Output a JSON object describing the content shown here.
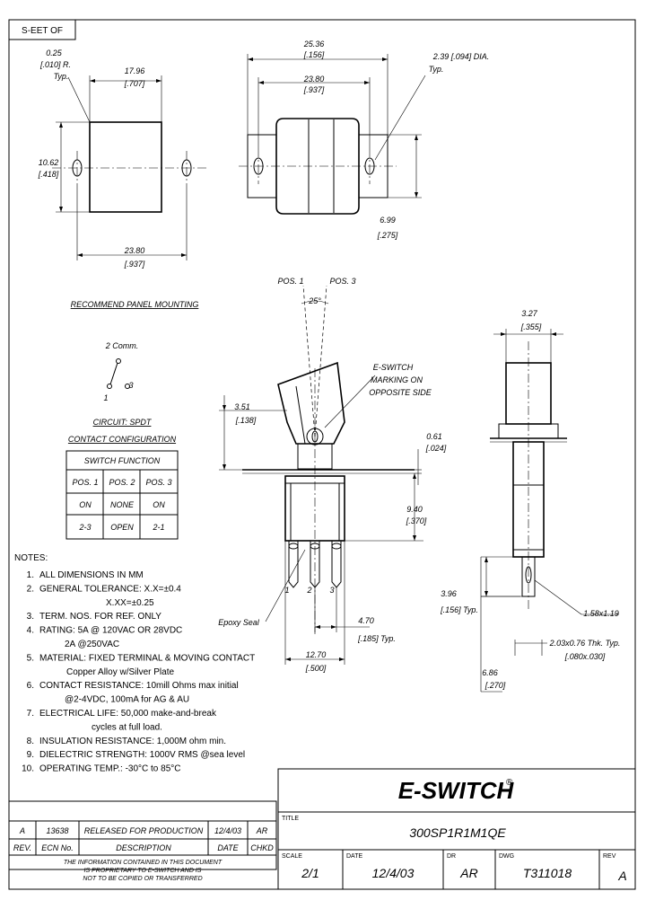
{
  "sheet_label": "S-EET OF",
  "panel_mounting": {
    "title": "RECOMMEND PANEL MOUNTING",
    "dim_radius": [
      "0.25",
      "[.010] R.",
      "Typ."
    ],
    "dim_width": [
      "17.96",
      "[.707]"
    ],
    "dim_height": [
      "10.62",
      "[.418]"
    ],
    "dim_centers": [
      "23.80",
      "[.937]"
    ]
  },
  "top_view": {
    "dim_overall": [
      "25.36",
      "[.156]"
    ],
    "dim_centers": [
      "23.80",
      "[.937]"
    ],
    "dim_hole": [
      "2.39 [.094] DIA.",
      "Typ."
    ],
    "dim_depth": [
      "6.99",
      "[.275]"
    ]
  },
  "front_view": {
    "pos1": "POS. 1",
    "pos3": "POS. 3",
    "angle": "25°",
    "marking": [
      "E-SWITCH",
      "MARKING ON",
      "OPPOSITE SIDE"
    ],
    "dim_351": [
      "3.51",
      "[.138]"
    ],
    "dim_061": [
      "0.61",
      "[.024]"
    ],
    "dim_940": [
      "9.40",
      "[.370]"
    ],
    "term_nums": [
      "1",
      "2",
      "3"
    ],
    "epoxy": "Epoxy Seal",
    "dim_470": [
      "4.70",
      "[.185] Typ."
    ],
    "dim_1270": [
      "12.70",
      "[.500]"
    ]
  },
  "side_view": {
    "dim_327": [
      "3.27",
      "[.355]"
    ],
    "dim_396": [
      "3.96",
      "[.156] Typ."
    ],
    "dim_hole": "1.58x1.19",
    "dim_term": [
      "2.03x0.76 Thk. Typ.",
      "[.080x.030]"
    ],
    "dim_686": [
      "6.86",
      "[.270]"
    ]
  },
  "circuit": {
    "comm": "2 Comm.",
    "pins": [
      "1",
      "3"
    ],
    "title1": "CIRCUIT: SPDT",
    "title2": "CONTACT CONFIGURATION"
  },
  "switch_function": {
    "title": "SWITCH FUNCTION",
    "headers": [
      "POS. 1",
      "POS. 2",
      "POS. 3"
    ],
    "rows": [
      [
        "ON",
        "NONE",
        "ON"
      ],
      [
        "2-3",
        "OPEN",
        "2-1"
      ]
    ]
  },
  "notes": {
    "title": "NOTES:",
    "lines": [
      {
        "num": "1.",
        "text": "ALL DIMENSIONS IN MM"
      },
      {
        "num": "2.",
        "text": "GENERAL TOLERANCE: X.X=±0.4"
      },
      {
        "num": "",
        "text": "X.XX=±0.25"
      },
      {
        "num": "3.",
        "text": "TERM. NOS. FOR REF. ONLY"
      },
      {
        "num": "4.",
        "text": "RATING: 5A @ 120VAC OR 28VDC"
      },
      {
        "num": "",
        "text": "2A @250VAC"
      },
      {
        "num": "5.",
        "text": "MATERIAL: FIXED TERMINAL & MOVING CONTACT"
      },
      {
        "num": "",
        "text": "Copper Alloy w/Silver Plate"
      },
      {
        "num": "6.",
        "text": "CONTACT RESISTANCE: 10mill Ohms max initial"
      },
      {
        "num": "",
        "text": "@2-4VDC, 100mA for AG & AU"
      },
      {
        "num": "7.",
        "text": "ELECTRICAL LIFE: 50,000 make-and-break"
      },
      {
        "num": "",
        "text": "cycles at full load."
      },
      {
        "num": "8.",
        "text": "INSULATION RESISTANCE: 1,000M ohm min."
      },
      {
        "num": "9.",
        "text": "DIELECTRIC STRENGTH: 1000V RMS @sea level"
      },
      {
        "num": "10.",
        "text": "OPERATING TEMP.: -30°C to 85°C"
      }
    ]
  },
  "revision": {
    "row": [
      "A",
      "13638",
      "RELEASED FOR PRODUCTION",
      "12/4/03",
      "AR"
    ],
    "headers": [
      "REV.",
      "ECN No.",
      "DESCRIPTION",
      "DATE",
      "CHKD"
    ]
  },
  "confidential": [
    "THE INFORMATION CONTAINED IN THIS DOCUMENT",
    "IS PROPRIETARY TO E-SWITCH AND IS",
    "NOT TO BE COPIED OR TRANSFERRED"
  ],
  "title_block": {
    "logo": "E-SWITCH",
    "reg": "®",
    "title_label": "TITLE",
    "title": "300SP1R1M1QE",
    "scale_label": "SCALE",
    "scale": "2/1",
    "date_label": "DATE",
    "date": "12/4/03",
    "dr_label": "DR",
    "dr": "AR",
    "dwg_label": "DWG",
    "dwg": "T311018",
    "rev_label": "REV",
    "rev": "A"
  }
}
